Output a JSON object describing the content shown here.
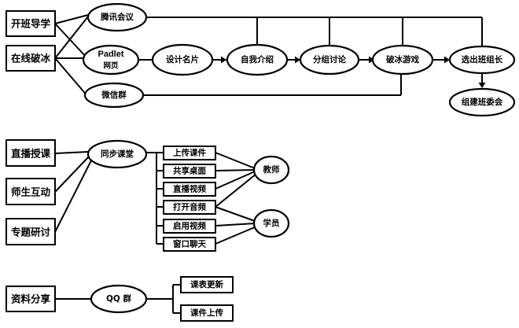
{
  "section_onboarding": {
    "orientation": "开班导学",
    "icebreak": "在线破冰",
    "tencent_meeting": "腾讯会议",
    "padlet_line1": "Padlet",
    "padlet_line2": "网页",
    "wechat_group": "微信群",
    "design_card": "设计名片",
    "self_intro": "自我介绍",
    "group_discussion": "分组讨论",
    "icebreak_game": "破冰游戏",
    "select_leader": "选出班组长",
    "form_committee": "组建班委会"
  },
  "section_live": {
    "live_teaching": "直播授课",
    "interaction": "师生互动",
    "seminar": "专题研讨",
    "sync_class": "同步课堂",
    "upload_courseware": "上传课件",
    "share_desktop": "共享桌面",
    "live_video": "直播视频",
    "open_audio": "打开音频",
    "enable_video": "启用视频",
    "window_chat": "窗口聊天",
    "teacher": "教师",
    "student": "学员"
  },
  "section_resources": {
    "resource_sharing": "资料分享",
    "qq_group": "QQ 群",
    "schedule_update": "课表更新",
    "courseware_upload": "课件上传"
  }
}
